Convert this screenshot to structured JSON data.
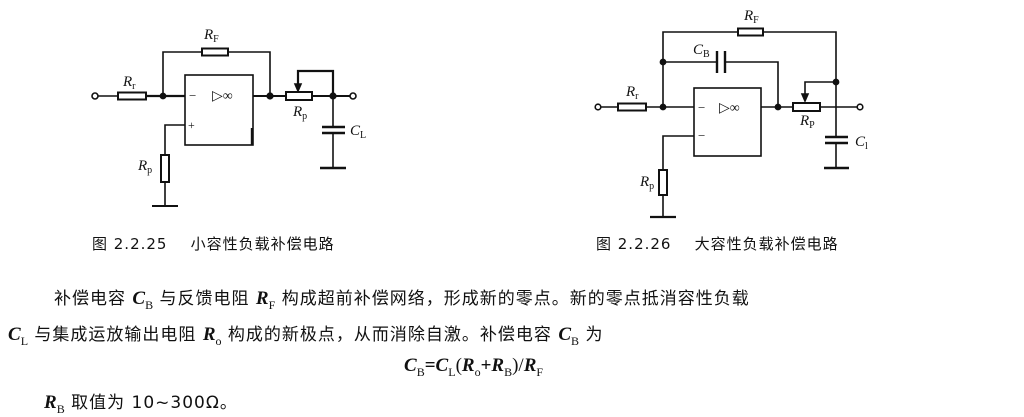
{
  "figures": [
    {
      "id": "fig-2-2-25",
      "caption_number": "图 2.2.25",
      "caption_title": "小容性负载补偿电路",
      "labels": {
        "rf": "R",
        "rf_sub": "F",
        "rt": "R",
        "rt_sub": "r",
        "rp_bottom": "R",
        "rp_bottom_sub": "p",
        "rp_pot": "R",
        "rp_pot_sub": "p",
        "cl": "C",
        "cl_sub": "L",
        "opamp_symbol": "▷∞",
        "minus": "−",
        "plus": "+"
      }
    },
    {
      "id": "fig-2-2-26",
      "caption_number": "图 2.2.26",
      "caption_title": "大容性负载补偿电路",
      "labels": {
        "rf": "R",
        "rf_sub": "F",
        "cb": "C",
        "cb_sub": "B",
        "rt": "R",
        "rt_sub": "r",
        "rp_bottom": "R",
        "rp_bottom_sub": "p",
        "rp_pot": "R",
        "rp_pot_sub": "P",
        "cl": "C",
        "cl_sub": "l",
        "opamp_symbol": "▷∞",
        "minus": "−",
        "plus": "−"
      }
    }
  ],
  "text": {
    "line1": {
      "a": "补偿电容 ",
      "cb": "C",
      "cb_sub": "B",
      "b": " 与反馈电阻 ",
      "rf": "R",
      "rf_sub": "F",
      "c": " 构成超前补偿网络，形成新的零点。新的零点抵消容性负载"
    },
    "line2": {
      "cl": "C",
      "cl_sub": "L",
      "a": " 与集成运放输出电阻 ",
      "ro": "R",
      "ro_sub": "o",
      "b": " 构成的新极点，从而消除自激。补偿电容 ",
      "cb": "C",
      "cb_sub": "B",
      "c": " 为"
    },
    "formula": {
      "lhs": "C",
      "lhs_sub": "B",
      "eq": "=",
      "c": "C",
      "c_sub": "L",
      "open": "(",
      "r1": "R",
      "r1_sub": "o",
      "plus": "+",
      "r2": "R",
      "r2_sub": "B",
      "close": ")/",
      "r3": "R",
      "r3_sub": "F"
    },
    "line3": {
      "rb": "R",
      "rb_sub": "B",
      "a": " 取值为 10~300Ω。"
    }
  }
}
